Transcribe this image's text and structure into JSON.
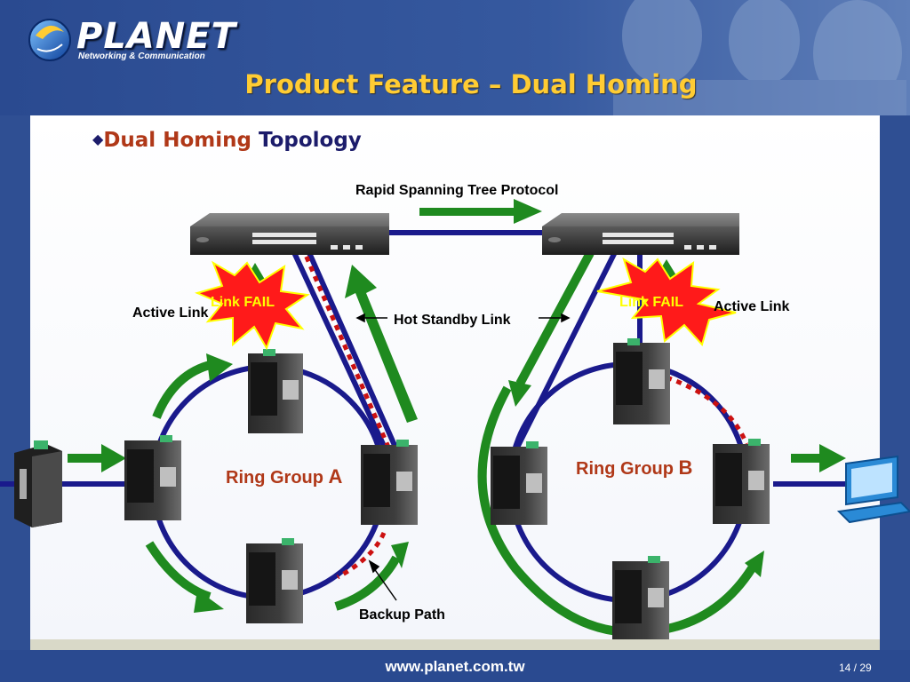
{
  "brand": {
    "name": "PLANET",
    "tagline": "Networking & Communication"
  },
  "slide": {
    "title": "Product Feature – Dual Homing",
    "page": "14 / 29"
  },
  "heading": {
    "bullet": "◆",
    "word1": "Dual Homing",
    "word2": "Topology"
  },
  "diagram": {
    "rstp_label": "Rapid Spanning Tree Protocol",
    "link_fail_left": "Link FAIL",
    "link_fail_right": "Link FAIL",
    "active_link_left": "Active Link",
    "active_link_right": "Active Link",
    "hot_standby": "Hot Standby Link",
    "backup_path": "Backup Path",
    "ring_a_text": "Ring Group",
    "ring_a_letter": "A",
    "ring_b_text": "Ring Group",
    "ring_b_letter": "B"
  },
  "footer": {
    "url": "www.planet.com.tw"
  },
  "colors": {
    "background": "#2f4f93",
    "title": "#ffcc33",
    "ring_link": "#1a1a8c",
    "arrow": "#1f8a1f",
    "fail_star": "#ff1a1a",
    "backup_dash": "#cc1111"
  }
}
